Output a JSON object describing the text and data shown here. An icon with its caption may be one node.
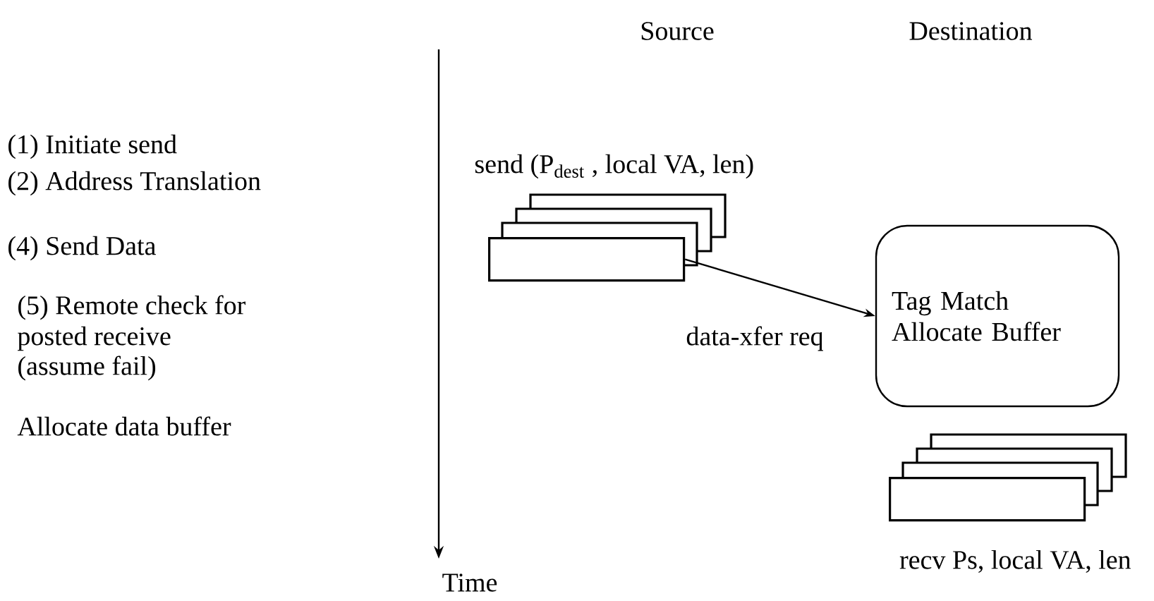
{
  "diagram": {
    "nodes": [
      {
        "text": [
          "send (P$_{dest}$ , local VA, len)"
        ]
      },
      {
        "text": [
          "Tag Match Allocate Buffer"
        ]
      },
      {
        "text": [
          "recv Ps, local VA, len"
        ]
      }
    ],
    "edges": [
      {
        "from": 0,
        "to": 1,
        "arrow": "to",
        "label": "data-xfer req"
      }
    ],
    "labels": [
      "Source",
      "Destination",
      "(1) Initiate send",
      "(2) Address Translation",
      "(4) Send Data",
      "(5) Remote check for",
      "posted receive",
      "(assume fail)",
      "Allocate data buffer",
      "Time"
    ]
  }
}
